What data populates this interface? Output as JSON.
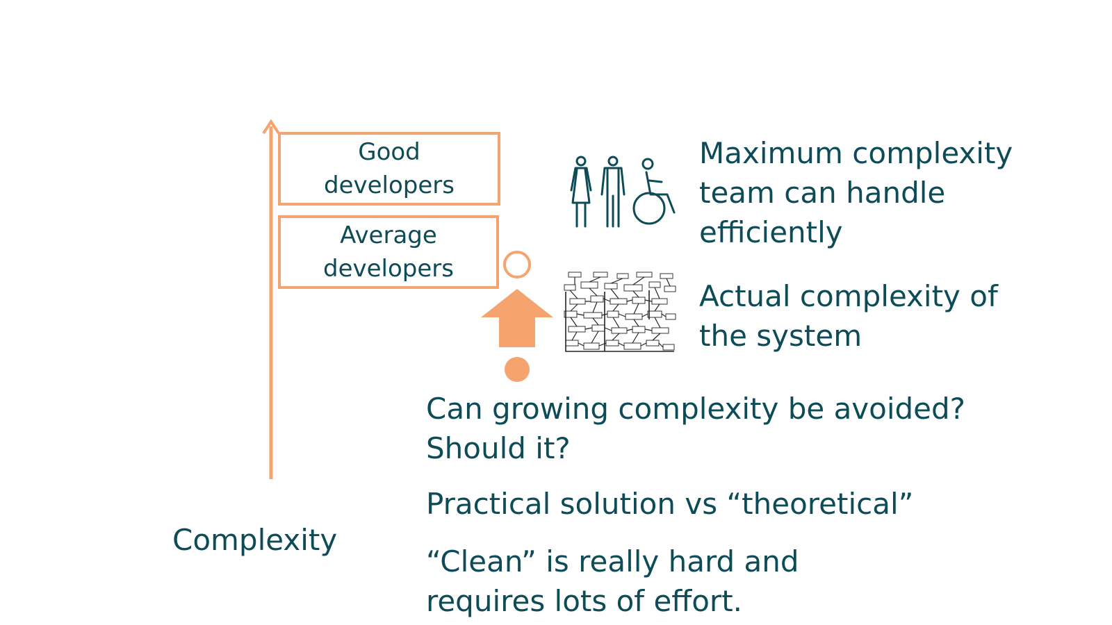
{
  "axis": {
    "label": "Complexity",
    "color": "#f5a36f"
  },
  "levels": {
    "good": [
      "Good",
      "developers"
    ],
    "average": [
      "Average",
      "developers"
    ]
  },
  "legend": {
    "max_complexity": [
      "Maximum complexity",
      "team can handle",
      "efficiently"
    ],
    "actual_complexity": [
      "Actual complexity of",
      "the system"
    ]
  },
  "points": {
    "q1": [
      "Can growing complexity be avoided?",
      "Should it?"
    ],
    "q2": [
      "Practical solution vs “theoretical”"
    ],
    "q3": [
      "“Clean” is really hard and",
      "requires lots of effort."
    ]
  },
  "icons": {
    "team": "people-group-icon",
    "system": "system-diagram-icon",
    "growth_arrow": "up-arrow-icon"
  },
  "colors": {
    "accent": "#f5a36f",
    "text": "#0d4b57"
  }
}
